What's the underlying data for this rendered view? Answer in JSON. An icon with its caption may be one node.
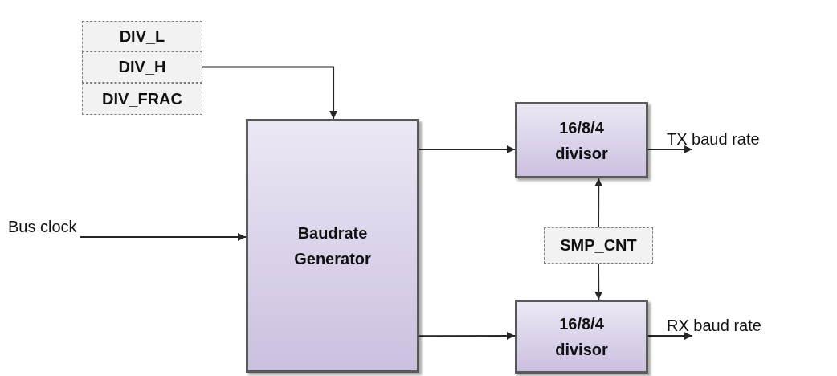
{
  "diagram": {
    "nodes": [
      {
        "text": [
          "DIV_L"
        ]
      },
      {
        "text": [
          "DIV_H"
        ]
      },
      {
        "text": [
          "DIV_FRAC"
        ]
      },
      {
        "text": [
          "Bus clock"
        ]
      },
      {
        "text": [
          "Baudrate Generator"
        ]
      },
      {
        "text": [
          "16/8/4 divisor"
        ]
      },
      {
        "text": [
          "TX baud rate"
        ]
      },
      {
        "text": [
          "SMP_CNT"
        ]
      },
      {
        "text": [
          "16/8/4 divisor"
        ]
      },
      {
        "text": [
          "RX baud rate"
        ]
      }
    ],
    "edges": [
      {
        "from": 1,
        "to": 4,
        "arrow": "to"
      },
      {
        "from": 3,
        "to": 4,
        "arrow": "to"
      },
      {
        "from": 4,
        "to": 5,
        "arrow": "to"
      },
      {
        "from": 5,
        "to": 6,
        "arrow": "to"
      },
      {
        "from": 7,
        "to": 5,
        "arrow": "to"
      },
      {
        "from": 7,
        "to": 8,
        "arrow": "to"
      },
      {
        "from": 4,
        "to": 8,
        "arrow": "to"
      },
      {
        "from": 8,
        "to": 9,
        "arrow": "to"
      }
    ]
  }
}
